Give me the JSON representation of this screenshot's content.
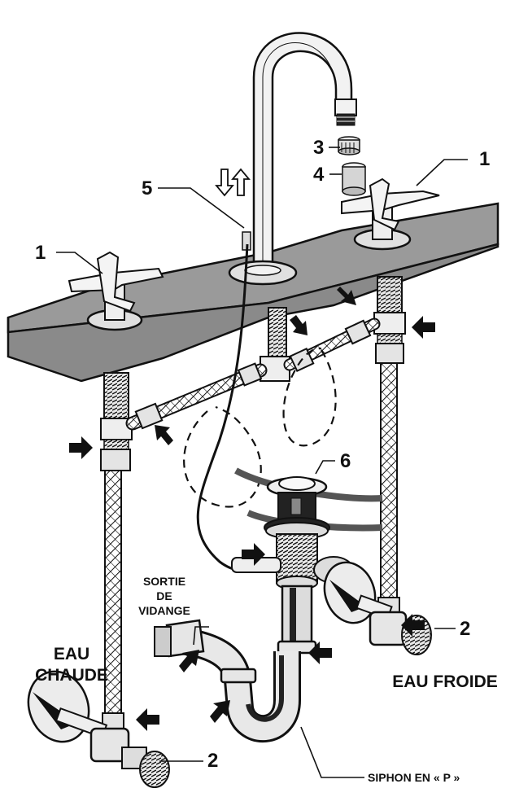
{
  "callouts": {
    "n1_right": "1",
    "n1_left": "1",
    "n2_right": "2",
    "n2_bottom": "2",
    "n3": "3",
    "n4": "4",
    "n5": "5",
    "n6": "6"
  },
  "labels": {
    "sortie_line1": "SORTIE",
    "sortie_line2": "DE",
    "sortie_line3": "VIDANGE",
    "eau_chaude_line1": "EAU",
    "eau_chaude_line2": "CHAUDE",
    "eau_froide": "EAU FROIDE",
    "siphon": "SIPHON EN « P »"
  },
  "colors": {
    "ink": "#111111",
    "deck": "#9a9a9a",
    "metal": "#d9d9d9",
    "white": "#ffffff"
  }
}
